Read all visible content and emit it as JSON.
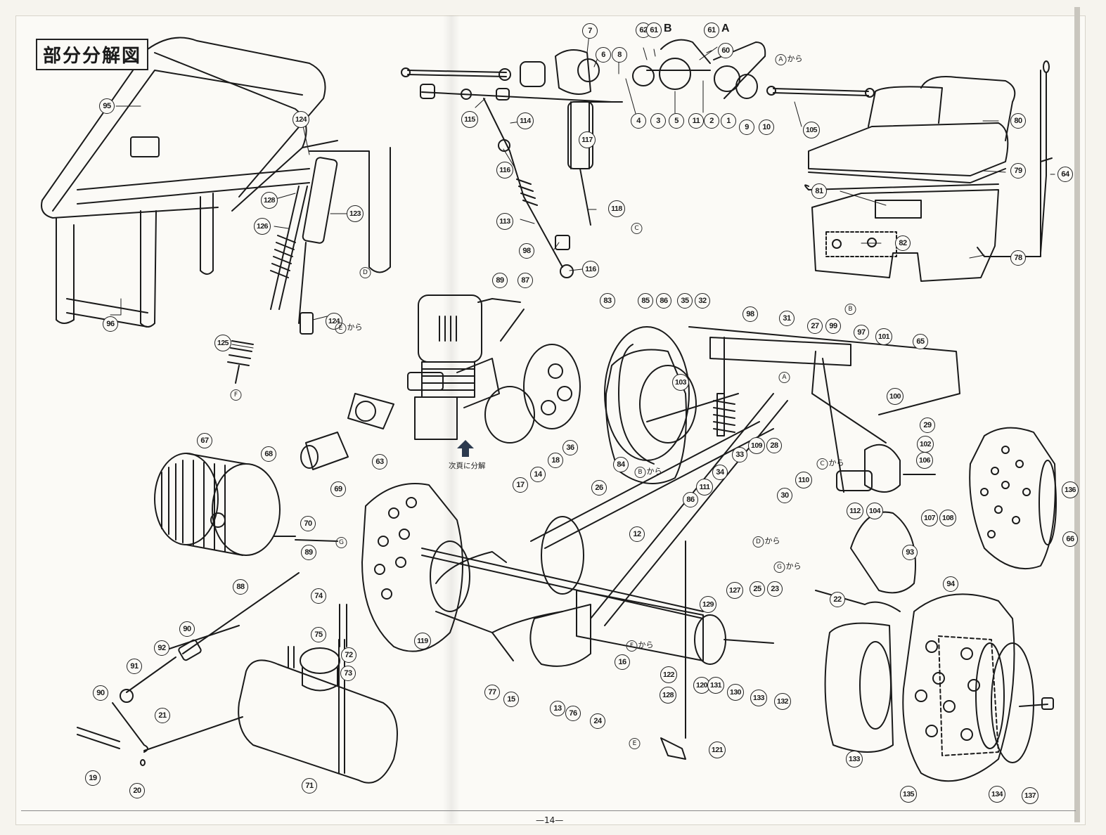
{
  "page": {
    "title": "部分分解図",
    "page_number": "—14—",
    "next_page_note": "次頁に分解"
  },
  "colors": {
    "paper": "#fbfaf6",
    "ink": "#1a1a1a",
    "arrow_fill": "#2c3a4e"
  },
  "callouts": [
    {
      "id": "c95",
      "label": "95"
    },
    {
      "id": "c96",
      "label": "96"
    },
    {
      "id": "c124a",
      "label": "124"
    },
    {
      "id": "c128a",
      "label": "128"
    },
    {
      "id": "c126",
      "label": "126"
    },
    {
      "id": "c123",
      "label": "123"
    },
    {
      "id": "c124b",
      "label": "124"
    },
    {
      "id": "c125",
      "label": "125"
    },
    {
      "id": "c7",
      "label": "7"
    },
    {
      "id": "c6",
      "label": "6"
    },
    {
      "id": "c8",
      "label": "8"
    },
    {
      "id": "c62",
      "label": "62"
    },
    {
      "id": "c61b",
      "label": "61",
      "suffix": "B"
    },
    {
      "id": "c61a",
      "label": "61",
      "suffix": "A"
    },
    {
      "id": "c60",
      "label": "60"
    },
    {
      "id": "c4",
      "label": "4"
    },
    {
      "id": "c3",
      "label": "3"
    },
    {
      "id": "c5",
      "label": "5"
    },
    {
      "id": "c11",
      "label": "11"
    },
    {
      "id": "c2",
      "label": "2"
    },
    {
      "id": "c1",
      "label": "1"
    },
    {
      "id": "c9",
      "label": "9"
    },
    {
      "id": "c10",
      "label": "10"
    },
    {
      "id": "c105",
      "label": "105"
    },
    {
      "id": "c115",
      "label": "115"
    },
    {
      "id": "c114",
      "label": "114"
    },
    {
      "id": "c116a",
      "label": "116"
    },
    {
      "id": "c117",
      "label": "117"
    },
    {
      "id": "c113",
      "label": "113"
    },
    {
      "id": "c118",
      "label": "118"
    },
    {
      "id": "c98a",
      "label": "98"
    },
    {
      "id": "c116b",
      "label": "116"
    },
    {
      "id": "c80",
      "label": "80"
    },
    {
      "id": "c79",
      "label": "79"
    },
    {
      "id": "c64",
      "label": "64"
    },
    {
      "id": "c81",
      "label": "81"
    },
    {
      "id": "c82",
      "label": "82"
    },
    {
      "id": "c78",
      "label": "78"
    },
    {
      "id": "c89a",
      "label": "89"
    },
    {
      "id": "c87",
      "label": "87"
    },
    {
      "id": "c63",
      "label": "63"
    },
    {
      "id": "c69",
      "label": "69"
    },
    {
      "id": "c67",
      "label": "67"
    },
    {
      "id": "c68",
      "label": "68"
    },
    {
      "id": "c70",
      "label": "70"
    },
    {
      "id": "c83",
      "label": "83"
    },
    {
      "id": "c85",
      "label": "85"
    },
    {
      "id": "c86a",
      "label": "86"
    },
    {
      "id": "c35",
      "label": "35"
    },
    {
      "id": "c32",
      "label": "32"
    },
    {
      "id": "c98b",
      "label": "98"
    },
    {
      "id": "c31",
      "label": "31"
    },
    {
      "id": "c27",
      "label": "27"
    },
    {
      "id": "c99",
      "label": "99"
    },
    {
      "id": "c97",
      "label": "97"
    },
    {
      "id": "c101",
      "label": "101"
    },
    {
      "id": "c65",
      "label": "65"
    },
    {
      "id": "c103",
      "label": "103"
    },
    {
      "id": "c100",
      "label": "100"
    },
    {
      "id": "c29",
      "label": "29"
    },
    {
      "id": "c102",
      "label": "102"
    },
    {
      "id": "c106",
      "label": "106"
    },
    {
      "id": "c109",
      "label": "109"
    },
    {
      "id": "c28",
      "label": "28"
    },
    {
      "id": "c33",
      "label": "33"
    },
    {
      "id": "c34",
      "label": "34"
    },
    {
      "id": "c111",
      "label": "111"
    },
    {
      "id": "c86b",
      "label": "86"
    },
    {
      "id": "c110",
      "label": "110"
    },
    {
      "id": "c84",
      "label": "84"
    },
    {
      "id": "c36",
      "label": "36"
    },
    {
      "id": "c26",
      "label": "26"
    },
    {
      "id": "c30",
      "label": "30"
    },
    {
      "id": "c112",
      "label": "112"
    },
    {
      "id": "c104",
      "label": "104"
    },
    {
      "id": "c107",
      "label": "107"
    },
    {
      "id": "c108",
      "label": "108"
    },
    {
      "id": "c136",
      "label": "136"
    },
    {
      "id": "c66",
      "label": "66"
    },
    {
      "id": "c93",
      "label": "93"
    },
    {
      "id": "c94",
      "label": "94"
    },
    {
      "id": "c17",
      "label": "17"
    },
    {
      "id": "c14",
      "label": "14"
    },
    {
      "id": "c18",
      "label": "18"
    },
    {
      "id": "c12",
      "label": "12"
    },
    {
      "id": "c127",
      "label": "127"
    },
    {
      "id": "c25",
      "label": "25"
    },
    {
      "id": "c23",
      "label": "23"
    },
    {
      "id": "c22",
      "label": "22"
    },
    {
      "id": "c129",
      "label": "129"
    },
    {
      "id": "c122",
      "label": "122"
    },
    {
      "id": "c16",
      "label": "16"
    },
    {
      "id": "c128b",
      "label": "128"
    },
    {
      "id": "c120",
      "label": "120"
    },
    {
      "id": "c131",
      "label": "131"
    },
    {
      "id": "c130",
      "label": "130"
    },
    {
      "id": "c133a",
      "label": "133"
    },
    {
      "id": "c132",
      "label": "132"
    },
    {
      "id": "c77",
      "label": "77"
    },
    {
      "id": "c15",
      "label": "15"
    },
    {
      "id": "c13",
      "label": "13"
    },
    {
      "id": "c76",
      "label": "76"
    },
    {
      "id": "c24",
      "label": "24"
    },
    {
      "id": "c121",
      "label": "121"
    },
    {
      "id": "c119",
      "label": "119"
    },
    {
      "id": "c89b",
      "label": "89"
    },
    {
      "id": "c88",
      "label": "88"
    },
    {
      "id": "c90a",
      "label": "90"
    },
    {
      "id": "c92",
      "label": "92"
    },
    {
      "id": "c91",
      "label": "91"
    },
    {
      "id": "c90b",
      "label": "90"
    },
    {
      "id": "c21",
      "label": "21"
    },
    {
      "id": "c19",
      "label": "19"
    },
    {
      "id": "c20",
      "label": "20"
    },
    {
      "id": "c74",
      "label": "74"
    },
    {
      "id": "c75",
      "label": "75"
    },
    {
      "id": "c72",
      "label": "72"
    },
    {
      "id": "c73",
      "label": "73"
    },
    {
      "id": "c71",
      "label": "71"
    },
    {
      "id": "c133b",
      "label": "133"
    },
    {
      "id": "c135",
      "label": "135"
    },
    {
      "id": "c134",
      "label": "134"
    },
    {
      "id": "c137",
      "label": "137"
    }
  ],
  "references": [
    {
      "id": "rA_from",
      "letter": "A",
      "text": "から"
    },
    {
      "id": "rD_to",
      "letter": "D",
      "text": ""
    },
    {
      "id": "rE_from",
      "letter": "E",
      "text": "から"
    },
    {
      "id": "rF_to",
      "letter": "F",
      "text": ""
    },
    {
      "id": "rC_to",
      "letter": "C",
      "text": ""
    },
    {
      "id": "rG_to",
      "letter": "G",
      "text": ""
    },
    {
      "id": "rB_to",
      "letter": "B",
      "text": ""
    },
    {
      "id": "rA_mid",
      "letter": "A",
      "text": ""
    },
    {
      "id": "rB_from",
      "letter": "B",
      "text": "から"
    },
    {
      "id": "rC_from",
      "letter": "C",
      "text": "から"
    },
    {
      "id": "rD_from",
      "letter": "D",
      "text": "から"
    },
    {
      "id": "rG_from",
      "letter": "G",
      "text": "から"
    },
    {
      "id": "rF_from",
      "letter": "F",
      "text": "から"
    },
    {
      "id": "rE_to",
      "letter": "E",
      "text": ""
    }
  ]
}
